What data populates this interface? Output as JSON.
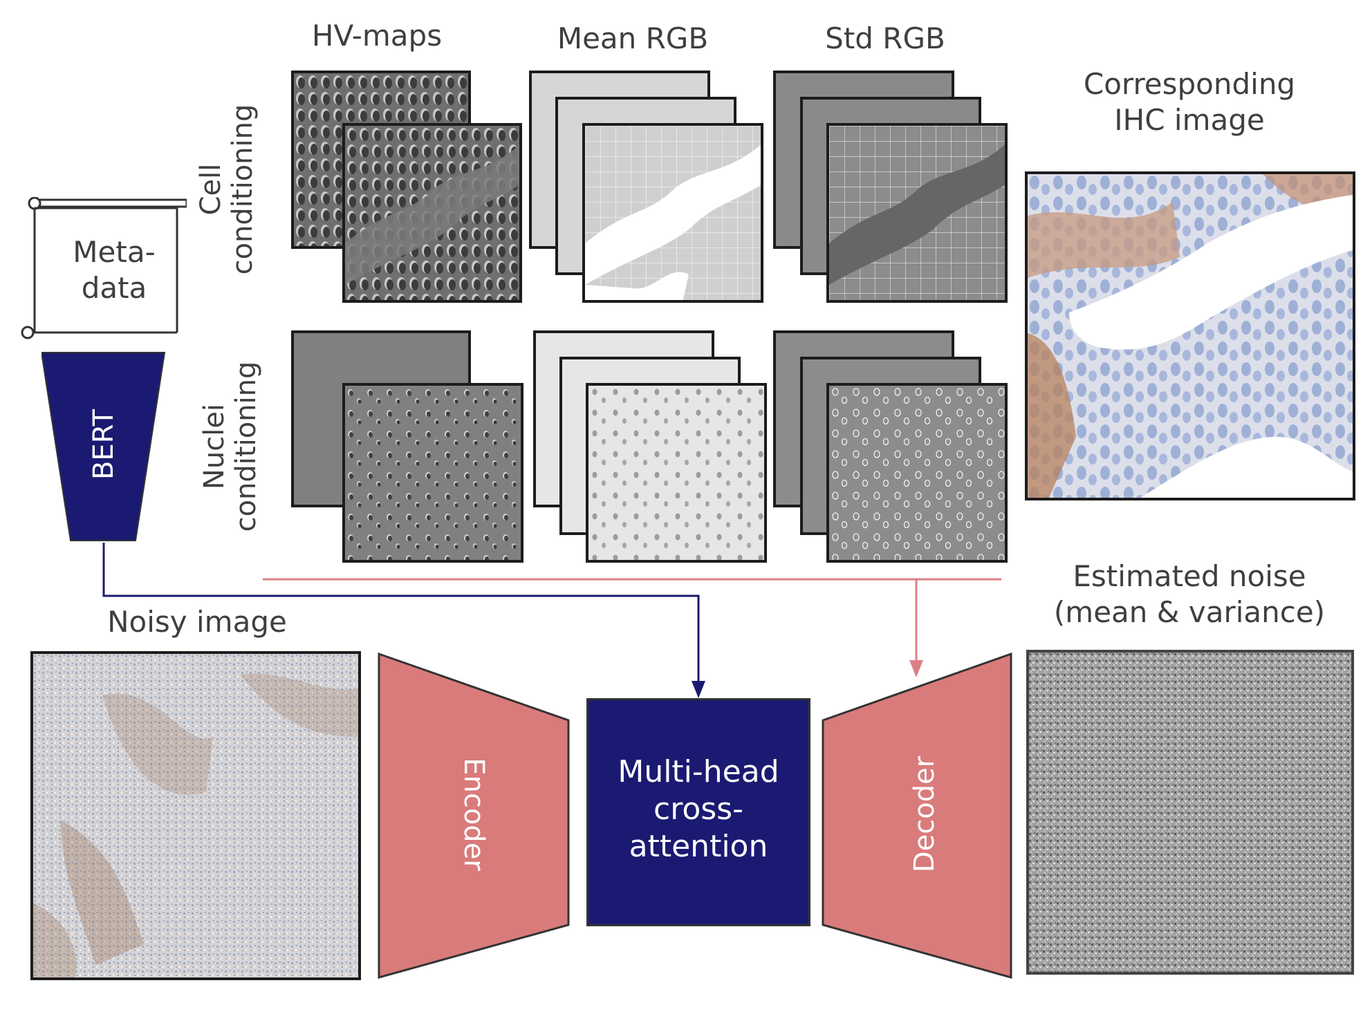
{
  "columns": {
    "hv_maps": "HV-maps",
    "mean_rgb": "Mean RGB",
    "std_rgb": "Std RGB"
  },
  "rows": {
    "cell": [
      "Cell",
      "conditioning"
    ],
    "nuclei": [
      "Nuclei",
      "conditioning"
    ]
  },
  "ihc_label": [
    "Corresponding",
    "IHC image"
  ],
  "metadata_label": [
    "Meta-",
    "data"
  ],
  "bert_label": "BERT",
  "noisy_label": "Noisy image",
  "noise_label": [
    "Estimated noise",
    "(mean & variance)"
  ],
  "encoder_label": "Encoder",
  "decoder_label": "Decoder",
  "attention_label": [
    "Multi-head",
    "cross-",
    "attention"
  ],
  "colors": {
    "navy": "#1b1a72",
    "salmon": "#d97b7b",
    "frame": "#1c1c1c"
  }
}
